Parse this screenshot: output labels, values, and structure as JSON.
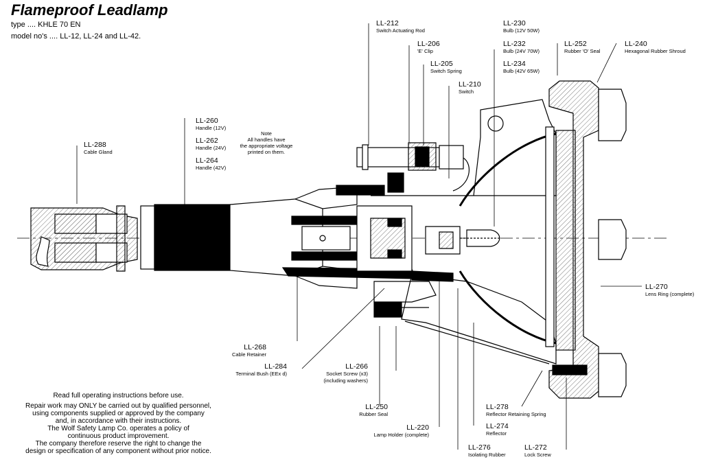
{
  "title": "Flameproof Leadlamp",
  "type_line": "type .... KHLE 70 EN",
  "model_line": "model no's .... LL-12, LL-24 and LL-42.",
  "handle_note": [
    "Note",
    "All handles have",
    "the appropriate voltage",
    "printed on them."
  ],
  "notice": {
    "lead": "Read full operating instructions before use.",
    "lines": [
      "Repair work may ONLY be carried out by qualified personnel,",
      "using components supplied or approved by the company",
      "and, in accordance with their instructions.",
      "The Wolf Safety Lamp Co. operates a policy of",
      "continuous product improvement.",
      "The company therefore reserve the right to change the",
      "design or specification of any component without prior notice."
    ]
  },
  "parts": [
    {
      "code": "LL-288",
      "desc": "Cable Gland"
    },
    {
      "code": "LL-260",
      "desc": "Handle (12V)"
    },
    {
      "code": "LL-262",
      "desc": "Handle (24V)"
    },
    {
      "code": "LL-264",
      "desc": "Handle (42V)"
    },
    {
      "code": "LL-212",
      "desc": "Switch Actuating Rod"
    },
    {
      "code": "LL-206",
      "desc": "'E' Clip"
    },
    {
      "code": "LL-205",
      "desc": "Switch Spring"
    },
    {
      "code": "LL-210",
      "desc": "Switch"
    },
    {
      "code": "LL-230",
      "desc": "Bulb (12V 50W)"
    },
    {
      "code": "LL-232",
      "desc": "Bulb (24V 70W)"
    },
    {
      "code": "LL-234",
      "desc": "Bulb (42V 65W)"
    },
    {
      "code": "LL-252",
      "desc": "Rubber 'O' Seal"
    },
    {
      "code": "LL-240",
      "desc": "Hexagonal Rubber Shroud"
    },
    {
      "code": "LL-270",
      "desc": "Lens Ring (complete)"
    },
    {
      "code": "LL-268",
      "desc": "Cable Retainer"
    },
    {
      "code": "LL-284",
      "desc": "Terminal Bush (EEx d)"
    },
    {
      "code": "LL-266",
      "desc": "Socket Screw (x3)"
    },
    {
      "code": "LL-250",
      "desc": "Rubber Seal"
    },
    {
      "code": "LL-220",
      "desc": "Lamp Holder (complete)"
    },
    {
      "code": "LL-278",
      "desc": "Reflector Retaining Spring"
    },
    {
      "code": "LL-274",
      "desc": "Reflector"
    },
    {
      "code": "LL-276",
      "desc": "Isolating Rubber"
    },
    {
      "code": "LL-272",
      "desc": "Lock Screw"
    }
  ],
  "socket_screw_extra": "(including washers)"
}
